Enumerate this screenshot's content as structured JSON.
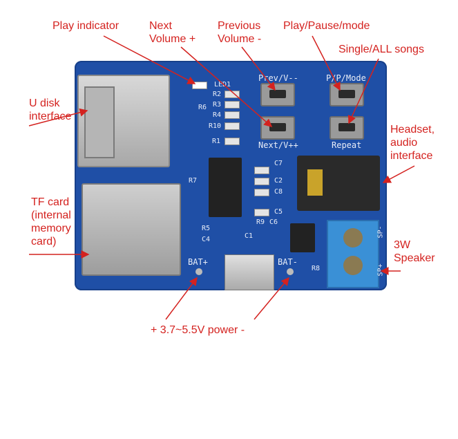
{
  "callouts": {
    "play_indicator": "Play indicator",
    "next_volume": "Next\nVolume +",
    "previous_volume": "Previous\nVolume -",
    "play_pause_mode": "Play/Pause/mode",
    "single_all": "Single/ALL songs",
    "u_disk": "U disk\ninterface",
    "headset": "Headset,\naudio\ninterface",
    "tf_card": "TF card\n(internal\nmemory\ncard)",
    "speaker": "3W\nSpeaker",
    "power": "+ 3.7~5.5V power -"
  },
  "silkscreen": {
    "prev": "Prev/V--",
    "pp": "P/P/Mode",
    "next": "Next/V++",
    "repeat": "Repeat",
    "led1": "LED1",
    "r2": "R2",
    "r6": "R6",
    "r3": "R3",
    "r4": "R4",
    "r10": "R10",
    "r1": "R1",
    "c7": "C7",
    "c2": "C2",
    "c8": "C8",
    "c5": "C5",
    "r7": "R7",
    "r5": "R5",
    "c4": "C4",
    "c1": "C1",
    "r9": "R9",
    "c6": "C6",
    "r8": "R8",
    "bat_plus": "BAT+",
    "bat_minus": "BAT-",
    "sp_minus": "SP-",
    "sp_plus": "SP+"
  },
  "colors": {
    "label": "#d4221f",
    "board": "#1f4fa6"
  }
}
